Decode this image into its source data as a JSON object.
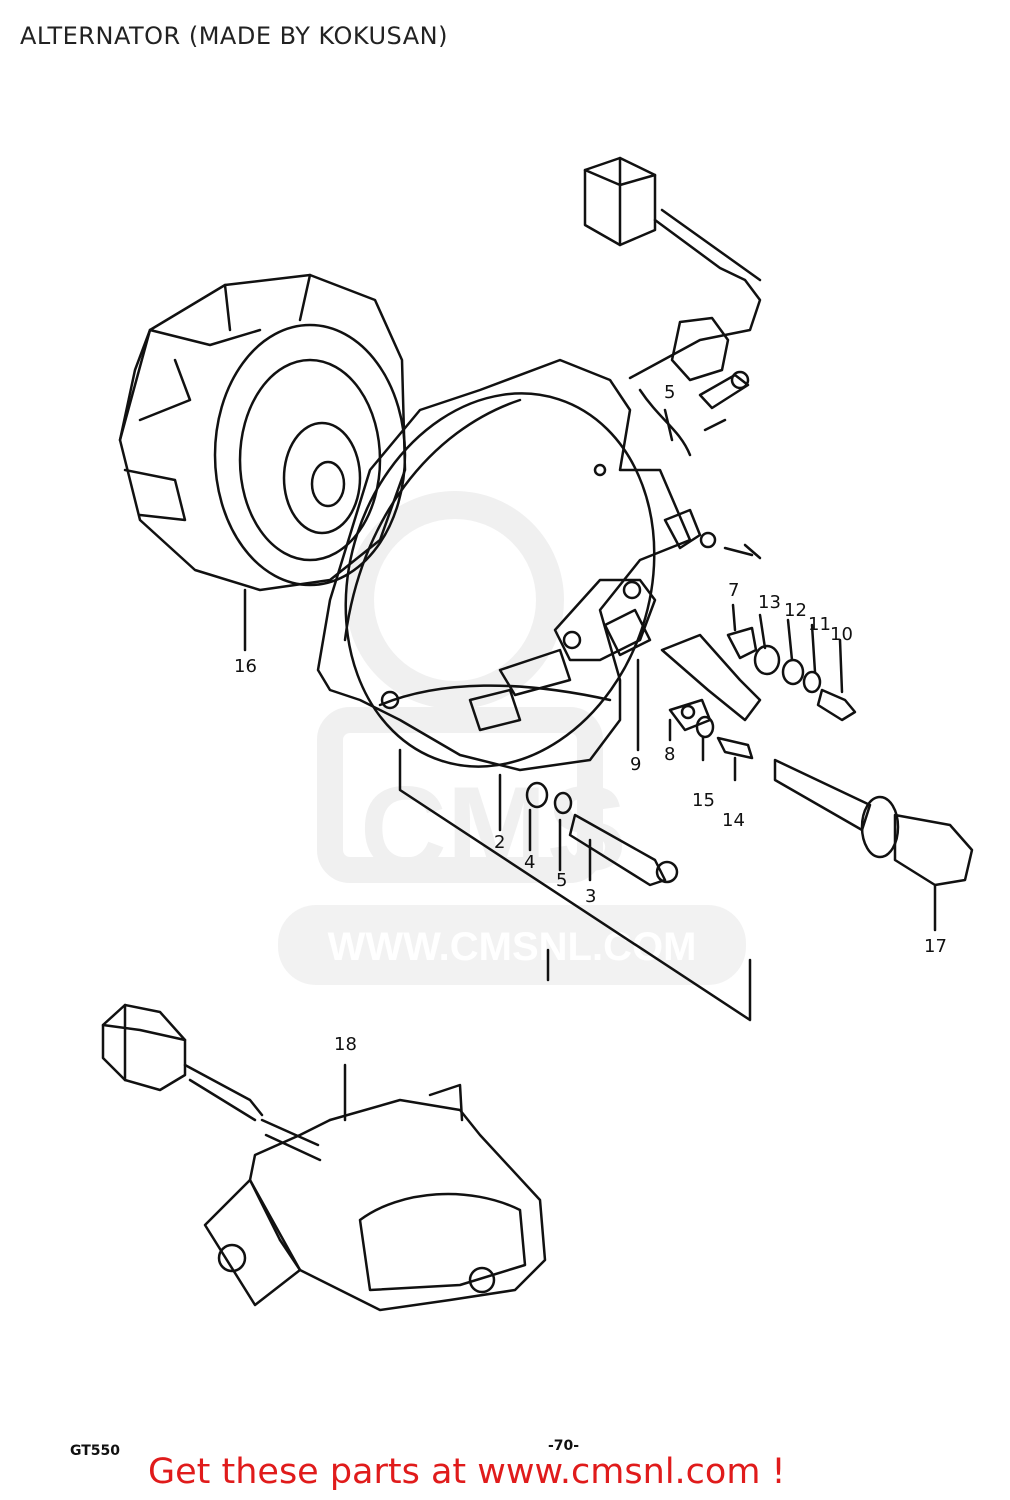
{
  "title": "ALTERNATOR (MADE BY KOKUSAN)",
  "watermark": {
    "text": "WWW.CMSNL.COM",
    "logo": "CMS"
  },
  "model": "GT550",
  "page_number": "-70-",
  "footer_cta": "Get these parts at www.cmsnl.com !",
  "callouts": {
    "p2": "2",
    "p3": "3",
    "p4": "4",
    "p5a": "5",
    "p5b": "5",
    "p7": "7",
    "p8": "8",
    "p9": "9",
    "p10": "10",
    "p11": "11",
    "p12": "12",
    "p13": "13",
    "p14": "14",
    "p15": "15",
    "p16": "16",
    "p17": "17",
    "p18": "18"
  },
  "colors": {
    "footer": "#e01b1b",
    "line": "#111111",
    "watermark": "#e6e6e6"
  }
}
